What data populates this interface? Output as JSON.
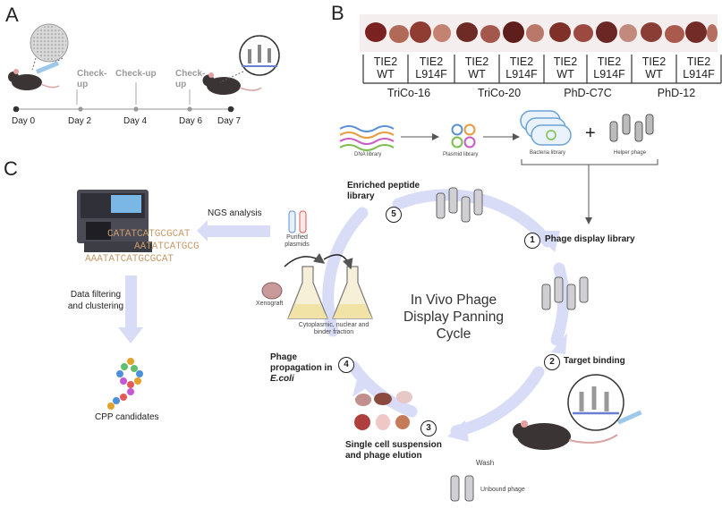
{
  "panels": {
    "a": "A",
    "b": "B",
    "c": "C"
  },
  "timeline": {
    "days": [
      "Day 0",
      "Day 2",
      "Day 4",
      "Day 6",
      "Day 7"
    ],
    "checkups": [
      [
        "Check-",
        "up"
      ],
      [
        "Check-up"
      ],
      [
        "Check-",
        "up"
      ]
    ]
  },
  "tumor_table": {
    "columns": [
      {
        "gene": "TIE2",
        "variant": "WT"
      },
      {
        "gene": "TIE2",
        "variant": "L914F"
      },
      {
        "gene": "TIE2",
        "variant": "WT"
      },
      {
        "gene": "TIE2",
        "variant": "L914F"
      },
      {
        "gene": "TIE2",
        "variant": "WT"
      },
      {
        "gene": "TIE2",
        "variant": "L914F"
      },
      {
        "gene": "TIE2",
        "variant": "WT"
      },
      {
        "gene": "TIE2",
        "variant": "L914F"
      }
    ],
    "groups": [
      "TriCo-16",
      "TriCo-20",
      "PhD-C7C",
      "PhD-12"
    ]
  },
  "library_flow": {
    "dna": "DNA library",
    "plasmid": "Plasmid library",
    "bacteria": "Bacteria library",
    "plus": "+",
    "helper": "Helper phage"
  },
  "cycle": {
    "title": [
      "In Vivo Phage",
      "Display Panning",
      "Cycle"
    ],
    "steps": [
      {
        "num": "1",
        "label": [
          "Phage display library"
        ]
      },
      {
        "num": "2",
        "label": [
          "Target binding"
        ]
      },
      {
        "num": "3",
        "label": [
          "Single cell suspension",
          "and phage elution"
        ]
      },
      {
        "num": "4",
        "label": [
          "Phage",
          "propagation in",
          "E.coli"
        ]
      },
      {
        "num": "5",
        "label": [
          "Enriched peptide",
          "library"
        ]
      }
    ],
    "wash": "Wash",
    "unbound": "Unbound phage",
    "xenograft": "Xenograft",
    "fraction": [
      "Cytoplasmic, nuclear and",
      "binder fraction"
    ],
    "purified": [
      "Purified",
      "plasmids"
    ]
  },
  "analysis": {
    "ngs": "NGS analysis",
    "filter": [
      "Data filtering",
      "and clustering"
    ],
    "candidates": "CPP candidates",
    "sequences": [
      "CATATCATGCGCAT",
      "AATATCATGCG",
      "AAATATCATGCGCAT"
    ]
  },
  "colors": {
    "arrow": "#d9dcf7",
    "flask": "#f1e2a6",
    "mouse": "#3a3434"
  }
}
